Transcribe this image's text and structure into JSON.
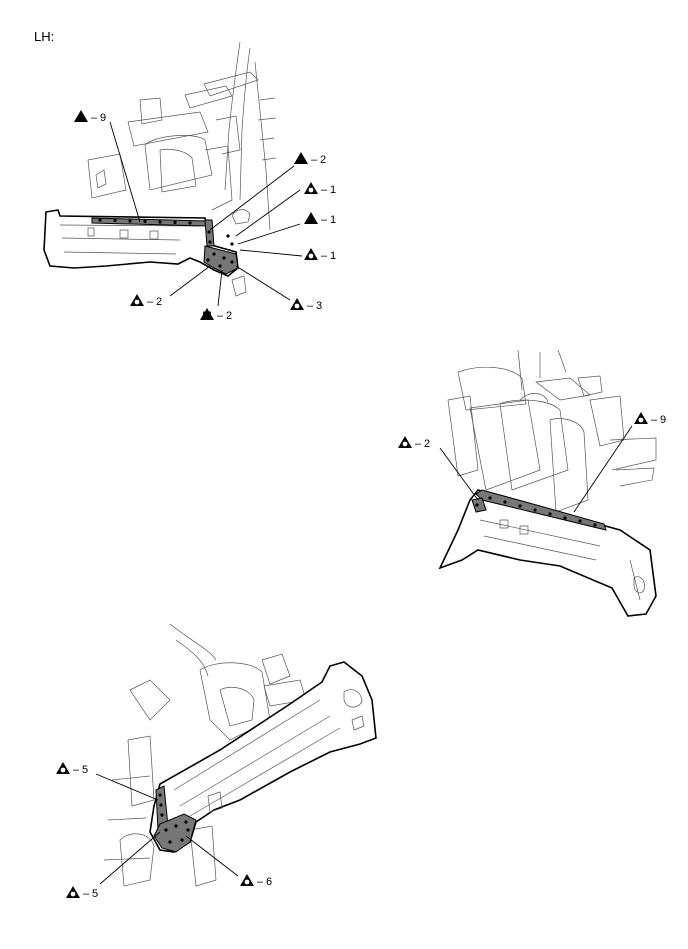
{
  "title": "LH:",
  "callouts": [
    {
      "id": "c1",
      "symbol": "I",
      "shape": "triangle",
      "value": "9"
    },
    {
      "id": "c2",
      "symbol": "I",
      "shape": "triangle",
      "value": "2"
    },
    {
      "id": "c3",
      "symbol": "O",
      "shape": "triangle",
      "value": "1"
    },
    {
      "id": "c4",
      "symbol": "I",
      "shape": "triangle",
      "value": "1"
    },
    {
      "id": "c5",
      "symbol": "O",
      "shape": "triangle",
      "value": "1"
    },
    {
      "id": "c6",
      "symbol": "O",
      "shape": "triangle",
      "value": "2"
    },
    {
      "id": "c7",
      "symbol": "M",
      "shape": "triangle",
      "value": "2"
    },
    {
      "id": "c8",
      "symbol": "O",
      "shape": "triangle",
      "value": "3"
    },
    {
      "id": "c9",
      "symbol": "O",
      "shape": "triangle",
      "value": "2"
    },
    {
      "id": "c10",
      "symbol": "O",
      "shape": "triangle",
      "value": "9"
    },
    {
      "id": "c11",
      "symbol": "O",
      "shape": "triangle",
      "value": "5"
    },
    {
      "id": "c12",
      "symbol": "O",
      "shape": "triangle",
      "value": "5"
    },
    {
      "id": "c13",
      "symbol": "O",
      "shape": "triangle",
      "value": "6"
    }
  ]
}
